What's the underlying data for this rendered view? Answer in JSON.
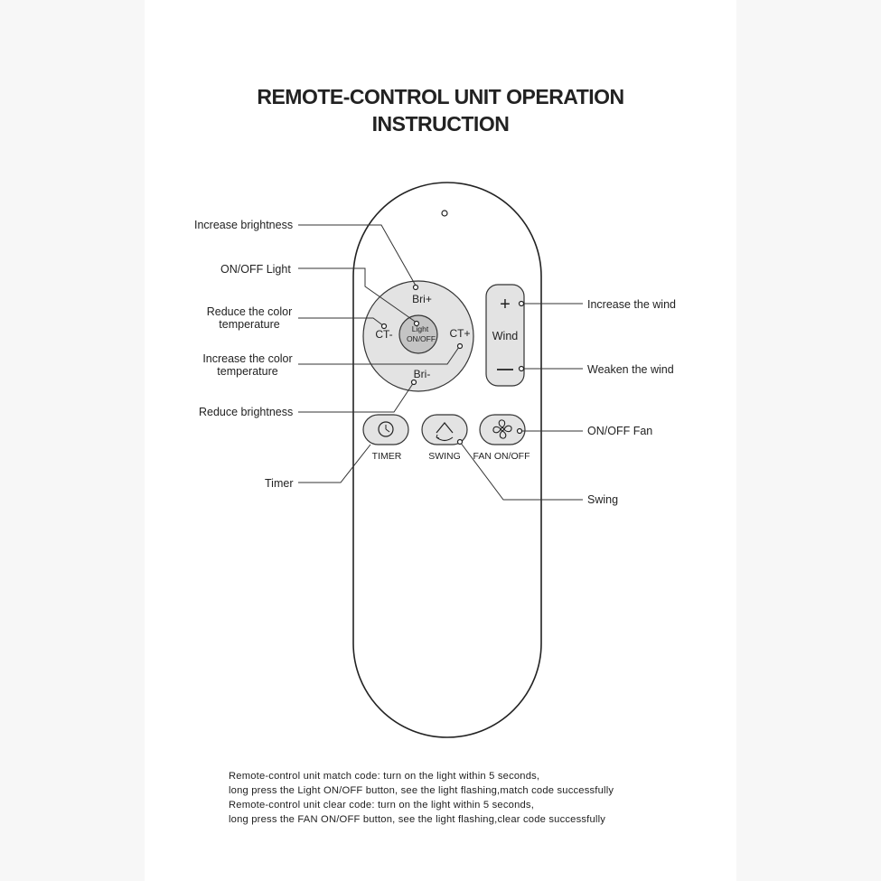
{
  "title": {
    "line1": "REMOTE-CONTROL UNIT OPERATION",
    "line2": "INSTRUCTION"
  },
  "remote": {
    "bri_plus": "Bri+",
    "bri_minus": "Bri-",
    "ct_minus": "CT-",
    "ct_plus": "CT+",
    "light_center_line1": "Light",
    "light_center_line2": "ON/OFF",
    "wind_plus": "+",
    "wind_label": "Wind",
    "wind_minus": "—",
    "timer_label": "TIMER",
    "swing_label": "SWING",
    "fan_label": "FAN ON/OFF"
  },
  "callouts": {
    "increase_brightness": "Increase brightness",
    "onoff_light": "ON/OFF Light",
    "reduce_ct": "Reduce the color temperature",
    "increase_ct": "Increase the color temperature",
    "reduce_brightness": "Reduce brightness",
    "timer": "Timer",
    "increase_wind": "Increase the wind",
    "weaken_wind": "Weaken the wind",
    "onoff_fan": "ON/OFF Fan",
    "swing": "Swing"
  },
  "notes": [
    "Remote-control unit match code: turn on the light within 5 seconds,",
    "long press the Light ON/OFF button, see the light flashing,match code successfully",
    "Remote-control unit clear code: turn on the light within 5 seconds,",
    "long press the FAN ON/OFF button, see the light flashing,clear  code successfully"
  ],
  "icons": {
    "timer": "clock-icon",
    "swing": "swing-icon",
    "fan": "fan-icon",
    "led": "indicator-led-icon"
  }
}
